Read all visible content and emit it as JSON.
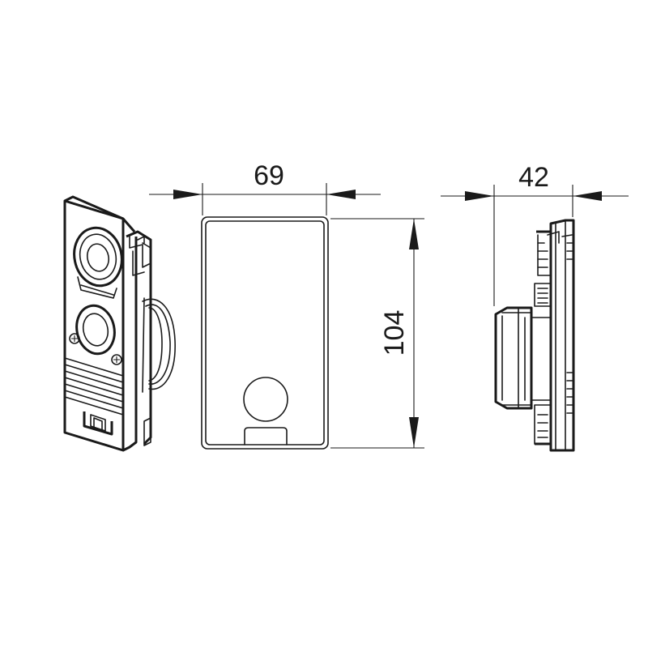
{
  "dimensions": {
    "width": "69",
    "height": "104",
    "depth": "42"
  },
  "line_color": "#1a1a1a",
  "background_color": "#ffffff"
}
